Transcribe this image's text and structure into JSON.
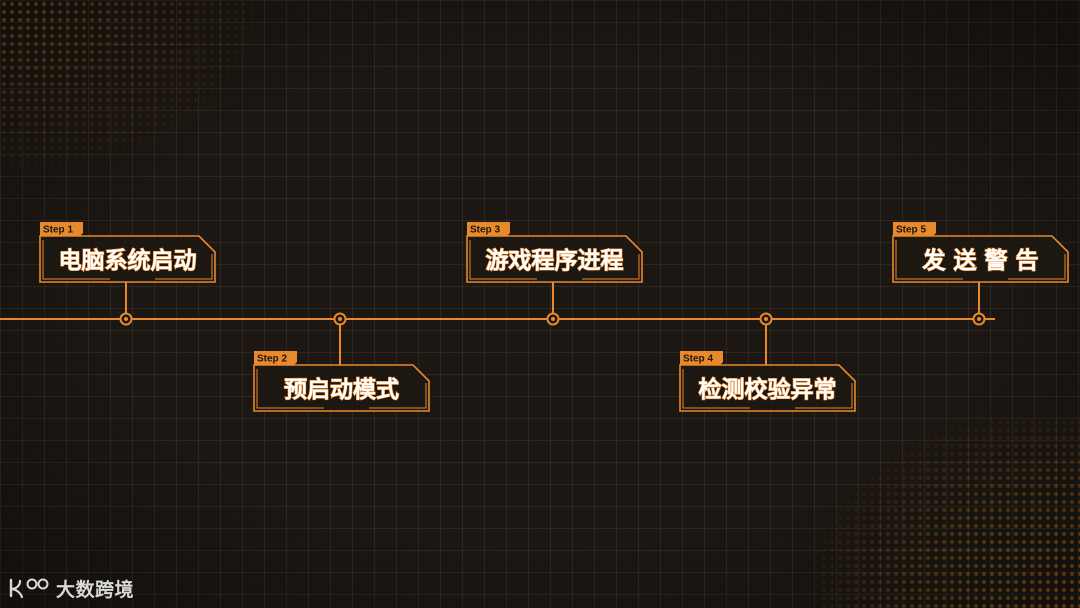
{
  "colors": {
    "accent": "#e8892b",
    "background": "#1c1712",
    "text": "#ffffff"
  },
  "timeline": {
    "steps": [
      {
        "tag": "Step 1",
        "title": "电脑系统启动",
        "position": "above"
      },
      {
        "tag": "Step 2",
        "title": "预启动模式",
        "position": "below"
      },
      {
        "tag": "Step 3",
        "title": "游戏程序进程",
        "position": "above"
      },
      {
        "tag": "Step 4",
        "title": "检测校验异常",
        "position": "below"
      },
      {
        "tag": "Step 5",
        "title": "发 送 警 告",
        "position": "above"
      }
    ]
  },
  "logo": {
    "text": "大数跨境",
    "icon": "brand-logo-icon"
  }
}
